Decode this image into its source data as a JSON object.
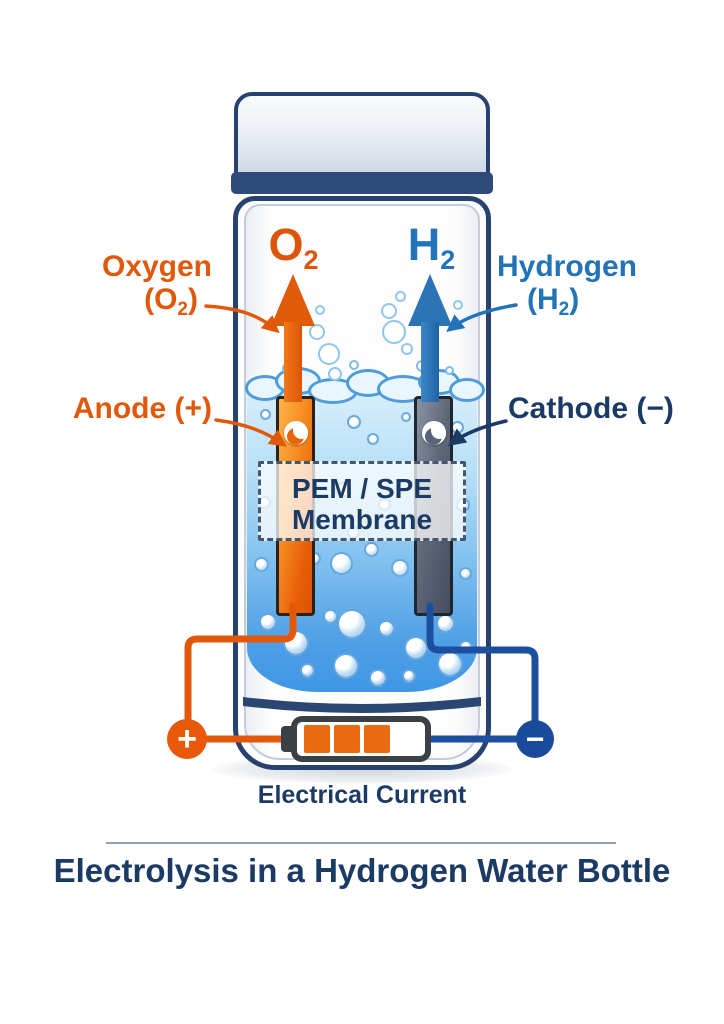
{
  "title": "Electrolysis in a Hydrogen Water Bottle",
  "colors": {
    "orange": "#E2580B",
    "blue": "#2273B8",
    "navy": "#1B3A64",
    "wire_blue": "#1C4F9E",
    "terminal_orange": "#E8590C",
    "terminal_blue": "#1A4B9B",
    "battery_orange": "#EA6A12",
    "bottle_outline": "#27426F",
    "water_top": "#D9EFFB",
    "water_bottom": "#3F97E3"
  },
  "gases": {
    "left": {
      "symbol": "O",
      "subscript": "2"
    },
    "right": {
      "symbol": "H",
      "subscript": "2"
    }
  },
  "labels": {
    "oxygen_name": "Oxygen",
    "oxygen_formula_pre": "(O",
    "oxygen_formula_sub": "2",
    "oxygen_formula_post": ")",
    "hydrogen_name": "Hydrogen",
    "hydrogen_formula_pre": "(H",
    "hydrogen_formula_sub": "2",
    "hydrogen_formula_post": ")",
    "anode": "Anode (+)",
    "cathode": "Cathode (−)",
    "membrane_line1": "PEM / SPE",
    "membrane_line2": "Membrane",
    "electrical_current": "Electrical Current",
    "plus_sign": "+",
    "minus_sign": "−"
  }
}
